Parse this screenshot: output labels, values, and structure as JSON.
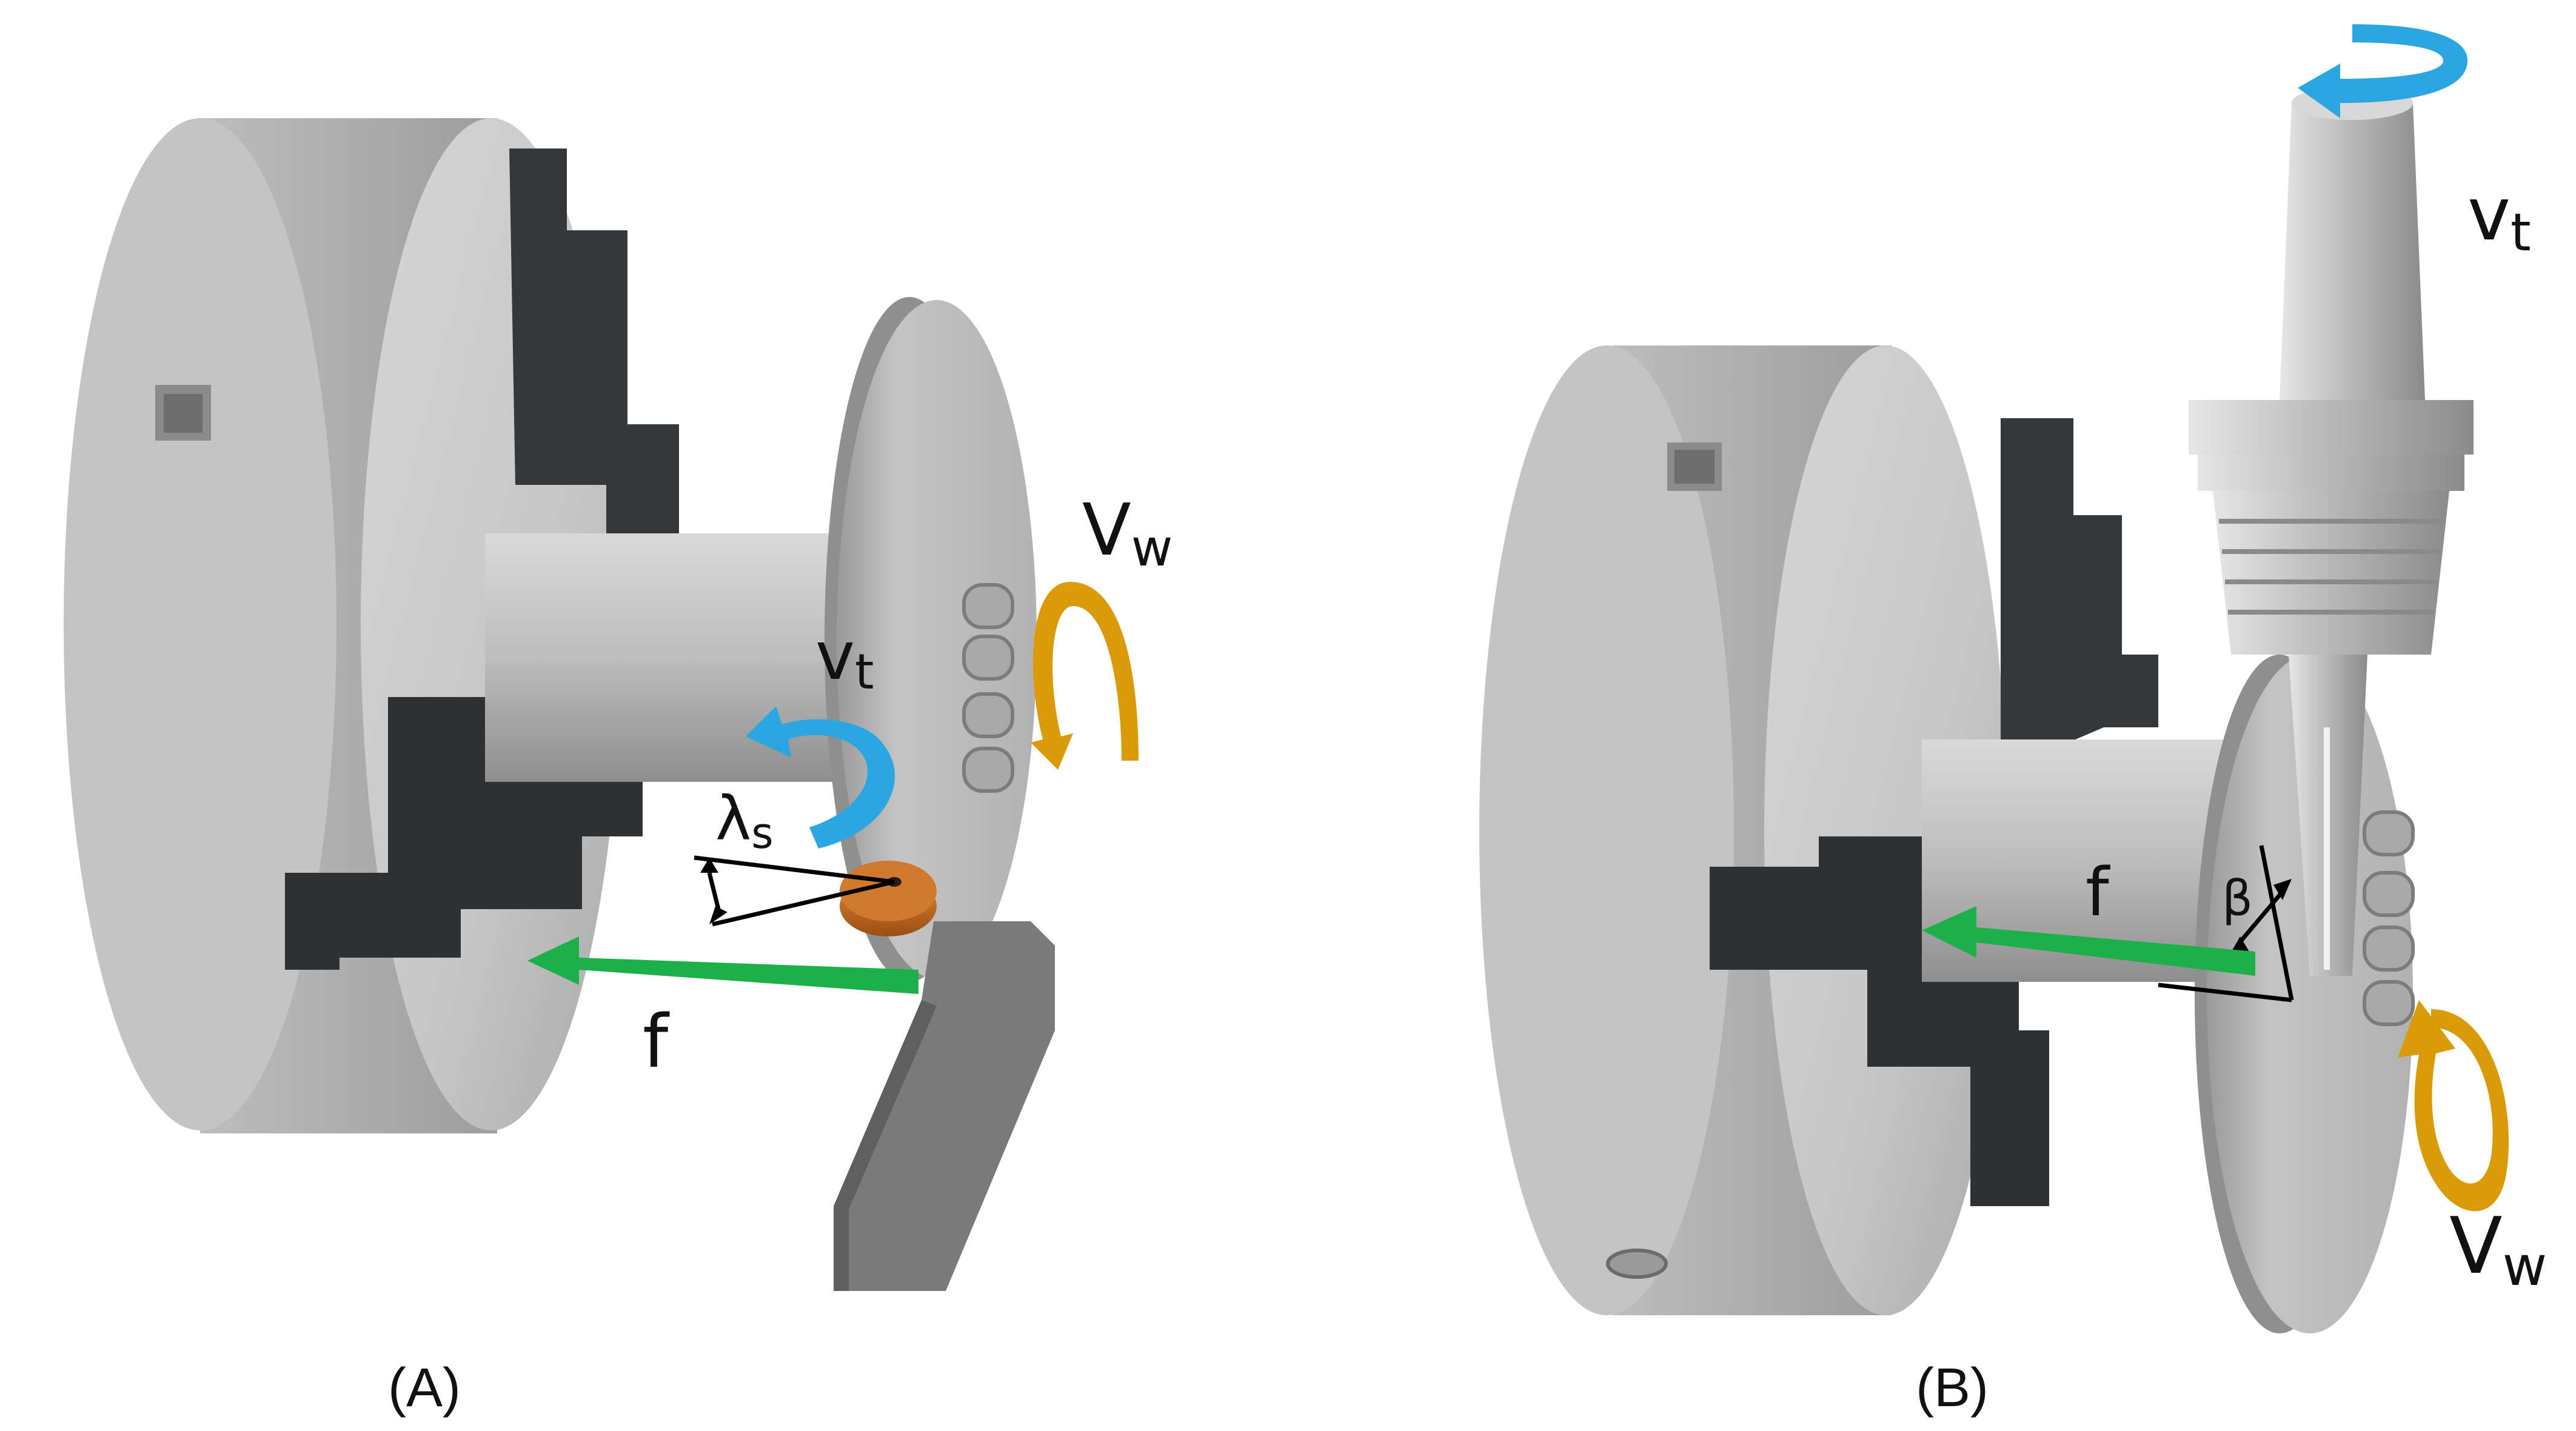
{
  "panel_a": {
    "caption": "(A)",
    "labels": {
      "workpiece_speed_main": "V",
      "workpiece_speed_sub": "w",
      "tool_speed_main": "v",
      "tool_speed_sub": "t",
      "inclination_angle_main": "λ",
      "inclination_angle_sub": "s",
      "feed": "f"
    }
  },
  "panel_b": {
    "caption": "(B)",
    "labels": {
      "tool_speed_main": "v",
      "tool_speed_sub": "t",
      "feed": "f",
      "tilt_angle": "β",
      "workpiece_speed_main": "V",
      "workpiece_speed_sub": "w"
    }
  },
  "colors": {
    "feed_arrow": "#1db04a",
    "tool_rotation_arrow": "#2aa6e0",
    "workpiece_rotation_arrow": "#d99b08",
    "rotary_insert": "#c96a1c",
    "chuck_body": "#c8c8c8",
    "chuck_jaw": "#2e3235",
    "tool_holder": "#7a7a7a"
  }
}
